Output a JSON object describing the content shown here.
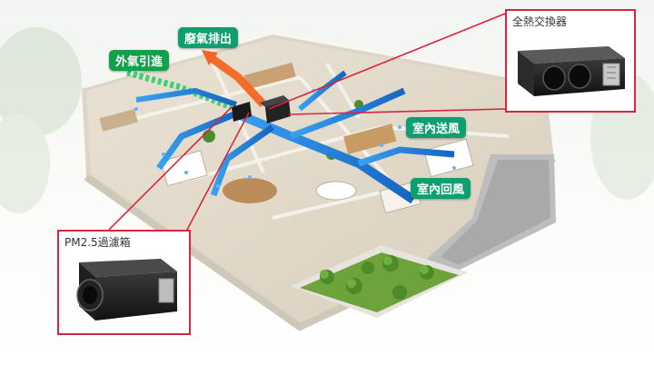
{
  "labels": {
    "outdoor_intake": "外氣引進",
    "exhaust": "廢氣排出",
    "indoor_supply": "室內送風",
    "indoor_return": "室內回風"
  },
  "callouts": {
    "heat_exchanger": "全熱交換器",
    "pm25_filter": "PM2.5過濾箱"
  },
  "colors": {
    "accent_red": "#d7263d",
    "label_green": "#13a04a",
    "label_teal": "#0f9e6e",
    "duct_blue": "#1e88e5",
    "exhaust_orange": "#f26522",
    "intake_green": "#2ecc71"
  }
}
